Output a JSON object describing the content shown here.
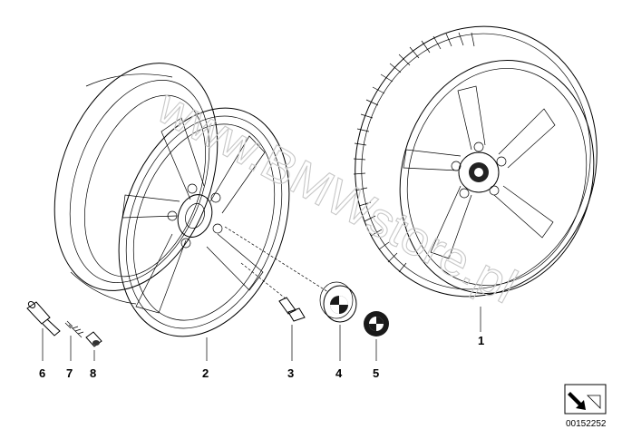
{
  "parts": [
    {
      "number": "1",
      "name": "complete-wheel"
    },
    {
      "number": "2",
      "name": "light-alloy-rim"
    },
    {
      "number": "3",
      "name": "wheel-bolt"
    },
    {
      "number": "4",
      "name": "hub-cap"
    },
    {
      "number": "5",
      "name": "emblem"
    },
    {
      "number": "6",
      "name": "valve"
    },
    {
      "number": "7",
      "name": "valve-insert"
    },
    {
      "number": "8",
      "name": "valve-cap"
    }
  ],
  "watermark": "www.BMWstore.pl",
  "reference_number": "00152252",
  "nav_icon": "next-page-arrow-icon"
}
